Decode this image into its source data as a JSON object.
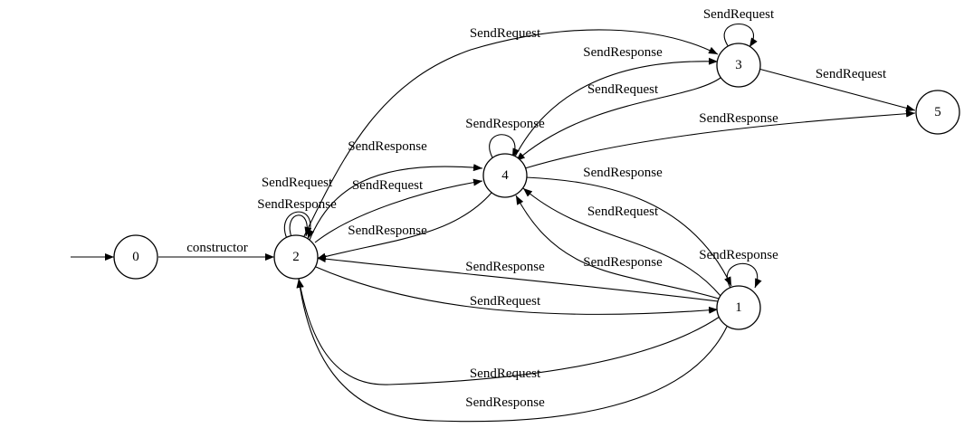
{
  "diagram": {
    "nodes": [
      {
        "id": "0",
        "label": "0"
      },
      {
        "id": "1",
        "label": "1"
      },
      {
        "id": "2",
        "label": "2"
      },
      {
        "id": "3",
        "label": "3"
      },
      {
        "id": "4",
        "label": "4"
      },
      {
        "id": "5",
        "label": "5"
      }
    ],
    "edges": [
      {
        "from": "0",
        "to": "2",
        "label": "constructor"
      },
      {
        "from": "2",
        "to": "2",
        "label": "SendRequest"
      },
      {
        "from": "2",
        "to": "2",
        "label": "SendResponse"
      },
      {
        "from": "2",
        "to": "3",
        "label": "SendRequest"
      },
      {
        "from": "2",
        "to": "4",
        "label": "SendResponse"
      },
      {
        "from": "2",
        "to": "4",
        "label": "SendRequest"
      },
      {
        "from": "4",
        "to": "2",
        "label": "SendResponse"
      },
      {
        "from": "2",
        "to": "1",
        "label": "SendRequest"
      },
      {
        "from": "1",
        "to": "2",
        "label": "SendResponse"
      },
      {
        "from": "1",
        "to": "2",
        "label": "SendRequest"
      },
      {
        "from": "1",
        "to": "2",
        "label": "SendResponse"
      },
      {
        "from": "3",
        "to": "3",
        "label": "SendRequest"
      },
      {
        "from": "4",
        "to": "3",
        "label": "SendResponse"
      },
      {
        "from": "3",
        "to": "4",
        "label": "SendRequest"
      },
      {
        "from": "3",
        "to": "5",
        "label": "SendRequest"
      },
      {
        "from": "4",
        "to": "5",
        "label": "SendResponse"
      },
      {
        "from": "4",
        "to": "4",
        "label": "SendResponse"
      },
      {
        "from": "4",
        "to": "1",
        "label": "SendResponse"
      },
      {
        "from": "1",
        "to": "4",
        "label": "SendRequest"
      },
      {
        "from": "1",
        "to": "4",
        "label": "SendResponse"
      },
      {
        "from": "1",
        "to": "1",
        "label": "SendResponse"
      }
    ]
  }
}
